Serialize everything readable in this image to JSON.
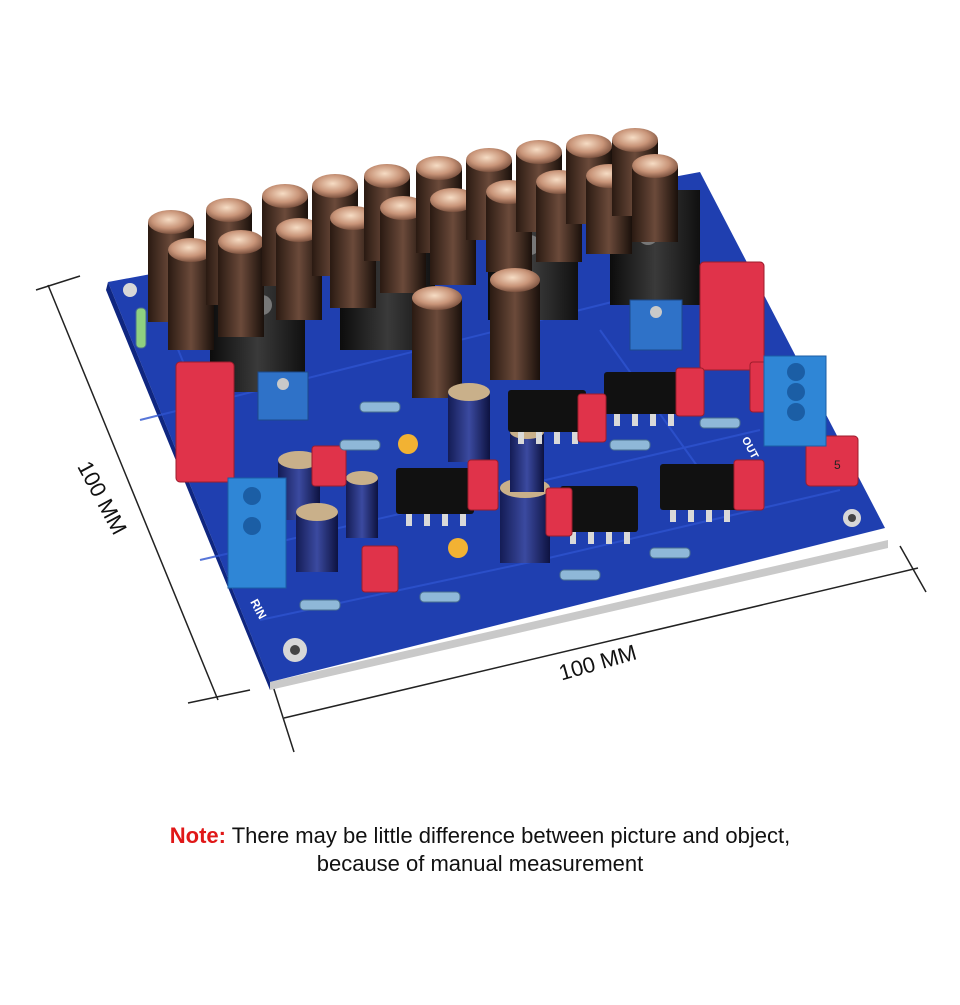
{
  "dimensions": {
    "width_label": "100 MM",
    "height_label": "100 MM"
  },
  "board": {
    "input_label": "RIN",
    "output_label": "OUT",
    "relay_label": "5"
  },
  "note": {
    "prefix": "Note:",
    "line1": " There may be little difference between picture and object,",
    "line2": "because of manual measurement"
  },
  "colors": {
    "pcb": "#1f3fb0",
    "note_prefix": "#e01818",
    "terminal": "#2f86d6",
    "film_cap": "#e0334a"
  }
}
